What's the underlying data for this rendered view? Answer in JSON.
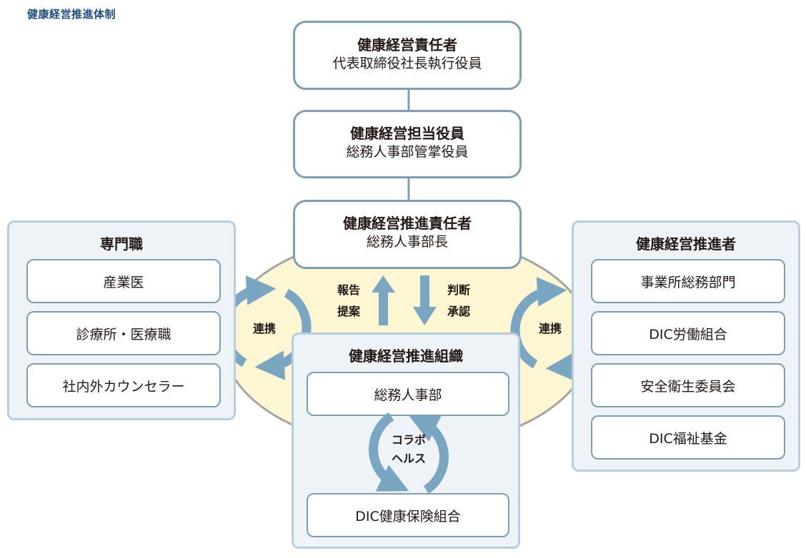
{
  "page_title": "健康経営推進体制",
  "chain": {
    "top": {
      "title": "健康経営責任者",
      "sub": "代表取締役社長執行役員"
    },
    "middle": {
      "title": "健康経営担当役員",
      "sub": "総務人事部管掌役員"
    },
    "lower": {
      "title": "健康経営推進責任者",
      "sub": "総務人事部長"
    }
  },
  "left_panel": {
    "title": "専門職",
    "items": [
      "産業医",
      "診療所・医療職",
      "社内外カウンセラー"
    ]
  },
  "right_panel": {
    "title": "健康経営推進者",
    "items": [
      "事業所総務部門",
      "DIC労働組合",
      "安全衛生委員会",
      "DIC福祉基金"
    ]
  },
  "center_panel": {
    "title": "健康経営推進組織",
    "items": [
      "総務人事部",
      "DIC健康保険組合"
    ],
    "collab_label": [
      "コラボ",
      "ヘルス"
    ]
  },
  "flows": {
    "up_labels": [
      "報告",
      "提案"
    ],
    "down_labels": [
      "判断",
      "承認"
    ],
    "left_link": "連携",
    "right_link": "連携"
  },
  "colors": {
    "ellipse_fill": "#fdf6d3",
    "box_border": "#7a9fb6",
    "panel_fill": "#eef3f8",
    "arrow": "#7ba6c2",
    "title_text": "#1e4f80"
  }
}
